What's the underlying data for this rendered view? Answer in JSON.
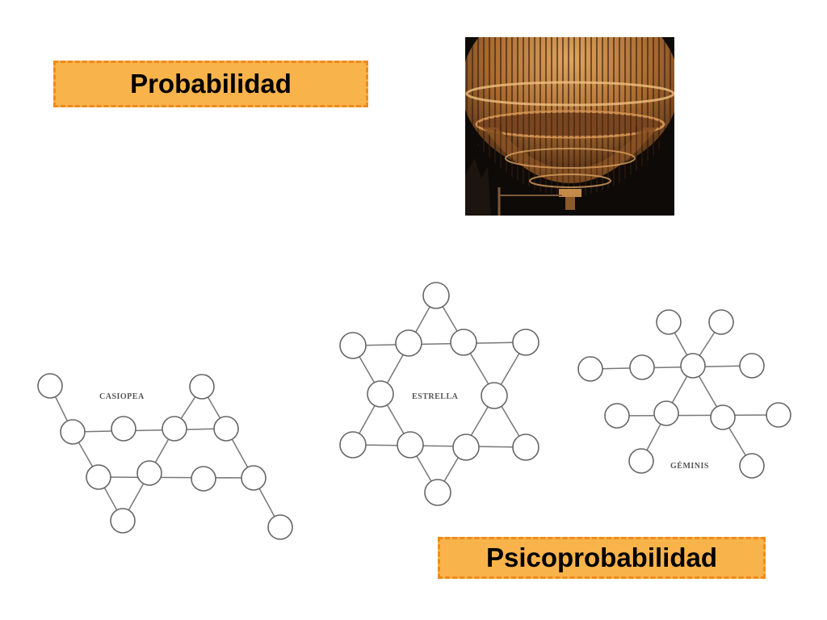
{
  "titles": {
    "top": "Probabilidad",
    "bottom": "Psicoprobabilidad"
  },
  "photo": {
    "subject": "lottery-drum",
    "colors": {
      "background": "#0e0a08",
      "metal": "#a8692e",
      "highlight": "#e0a660",
      "shadow": "#4a2a14"
    }
  },
  "diagrams": {
    "casiopea": {
      "label": "CASIOPEA"
    },
    "estrella": {
      "label": "ESTRELLA"
    },
    "geminis": {
      "label": "GÉMINIS"
    }
  },
  "colors": {
    "title_fill": "#f9b34b",
    "title_border": "#f08a1c",
    "node_stroke": "#666666",
    "edge_stroke": "#777777"
  }
}
